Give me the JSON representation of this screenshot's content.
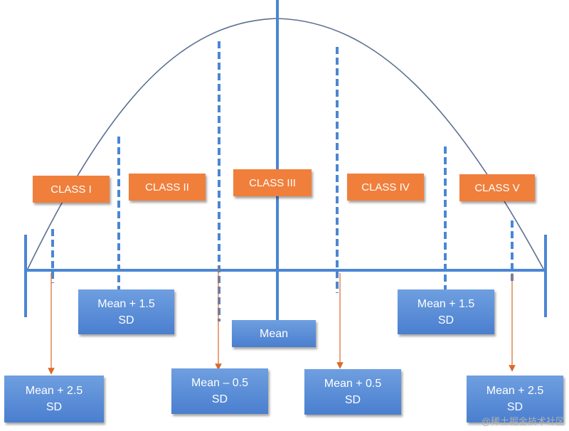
{
  "colors": {
    "curve": "#5b6f93",
    "axis": "#4a86d4",
    "class_box": "#f07f3c",
    "sd_box": "#5a8ad6",
    "arrow": "#d96a2a"
  },
  "classes": [
    {
      "label": "CLASS I"
    },
    {
      "label": "CLASS II"
    },
    {
      "label": "CLASS III"
    },
    {
      "label": "CLASS IV"
    },
    {
      "label": "CLASS V"
    }
  ],
  "sd_labels": {
    "mean": "Mean",
    "upper_left": "Mean + 1.5\nSD",
    "upper_right": "Mean + 1.5\nSD",
    "lower_far_left": "Mean + 2.5\nSD",
    "lower_mid_left": "Mean – 0.5\nSD",
    "lower_mid_right": "Mean + 0.5\nSD",
    "lower_far_right": "Mean + 2.5\nSD"
  },
  "watermark": "@稀土掘金技术社区"
}
